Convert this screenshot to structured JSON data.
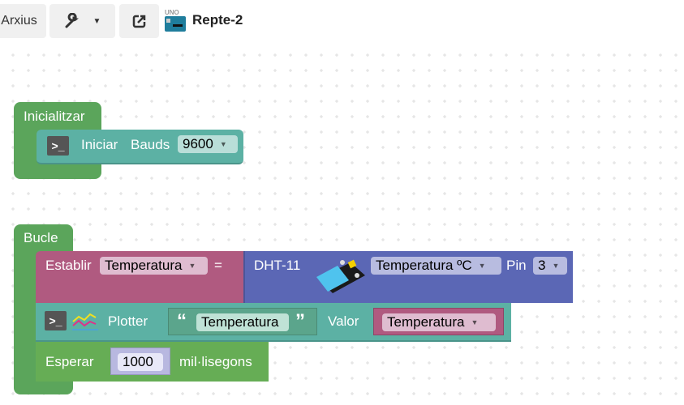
{
  "toolbar": {
    "archive_label": "Arxius",
    "tools_icon": "wrench-icon",
    "dropdown_icon": "caret-down-icon",
    "share_icon": "share-icon",
    "board_badge": "UNO",
    "project_title": "Repte-2"
  },
  "blocks": {
    "setup": {
      "label": "Inicialitzar",
      "serial": {
        "label": "Iniciar",
        "bauds_label": "Bauds",
        "bauds_value": "9600"
      }
    },
    "loop": {
      "label": "Bucle",
      "set": {
        "label": "Establir",
        "variable": "Temperatura",
        "equals": "="
      },
      "dht": {
        "label": "DHT-11",
        "measure": "Temperatura ºC",
        "pin_label": "Pin",
        "pin_value": "3"
      },
      "plotter": {
        "label": "Plotter",
        "open_quote": "“",
        "text": "Temperatura",
        "close_quote": "”",
        "value_label": "Valor",
        "value_var": "Temperatura"
      },
      "wait": {
        "label": "Esperar",
        "value": "1000",
        "unit": "mil·lisegons"
      }
    }
  },
  "colors": {
    "setup_green": "#5ba55b",
    "serial_teal": "#5cb1a4",
    "var_pink": "#b05a80",
    "sensor_blue": "#5b67b5",
    "text_green": "#5ba58c",
    "math_lavender": "#b8b8e0"
  }
}
